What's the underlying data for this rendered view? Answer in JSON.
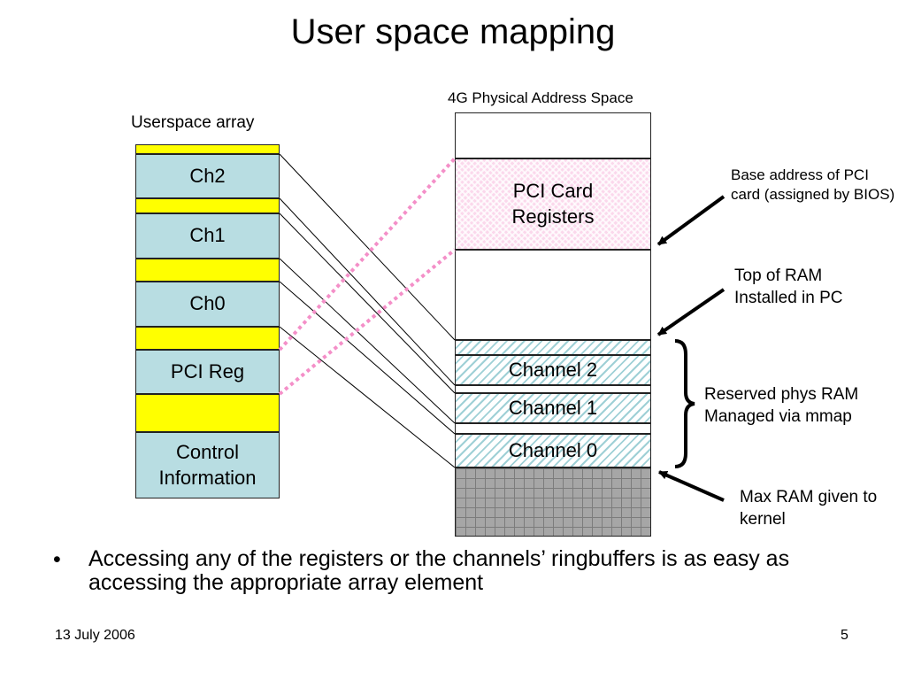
{
  "title": "User space mapping",
  "userspace": {
    "label": "Userspace array",
    "cells": {
      "ch2": "Ch2",
      "ch1": "Ch1",
      "ch0": "Ch0",
      "pci_reg": "PCI Reg",
      "control": "Control Information"
    }
  },
  "physical": {
    "label": "4G Physical Address Space",
    "pci_card": "PCI Card Registers",
    "channel2": "Channel 2",
    "channel1": "Channel 1",
    "channel0": "Channel 0"
  },
  "annotations": {
    "base_address": "Base address of PCI card (assigned by BIOS)",
    "top_of_ram": "Top of RAM Installed in PC",
    "reserved": "Reserved phys RAM Managed via mmap",
    "max_ram": "Max RAM given to kernel"
  },
  "bullet": "Accessing any of the registers or the channels’ ringbuffers is as easy as accessing the appropriate array element",
  "footer": {
    "date": "13 July 2006",
    "page": "5"
  },
  "colors": {
    "yellow": "#ffff00",
    "cyan": "#b8dde2",
    "pink_dotted": "#f48fc8",
    "gray": "#a6a6a6"
  }
}
